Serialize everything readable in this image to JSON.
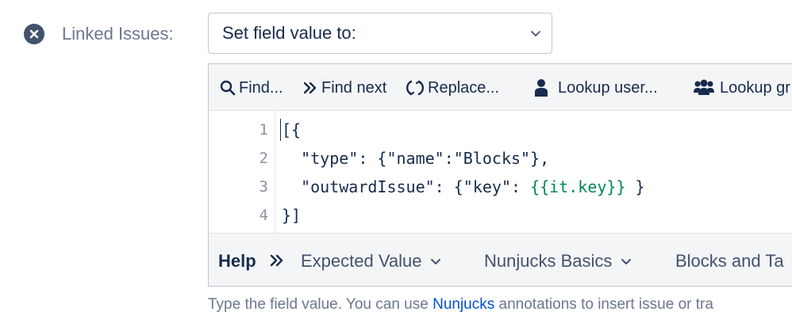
{
  "field": {
    "label": "Linked Issues:",
    "remove_icon": "close-circle-icon"
  },
  "select": {
    "value": "Set field value to:",
    "icon": "chevron-down-icon"
  },
  "toolbar": {
    "find": "Find...",
    "find_next": "Find next",
    "replace": "Replace...",
    "lookup_user": "Lookup user...",
    "lookup_group": "Lookup gr"
  },
  "code": {
    "line_numbers": [
      "1",
      "2",
      "3",
      "4"
    ],
    "lines": {
      "l1": "[{",
      "l2": "  \"type\": {\"name\":\"Blocks\"},",
      "l3_pre": "  \"outwardIssue\": {\"key\": ",
      "l3_tpl": "{{it.key}}",
      "l3_post": " }",
      "l4": "}]"
    }
  },
  "help": {
    "title": "Help",
    "items": [
      "Expected Value",
      "Nunjucks Basics",
      "Blocks and Ta"
    ]
  },
  "hint": {
    "before": "Type the field value. You can use ",
    "link": "Nunjucks",
    "after": " annotations to insert issue or tra"
  },
  "colors": {
    "link": "#0052cc",
    "template": "#00875a",
    "text": "#172b4d",
    "muted": "#6b778c"
  }
}
